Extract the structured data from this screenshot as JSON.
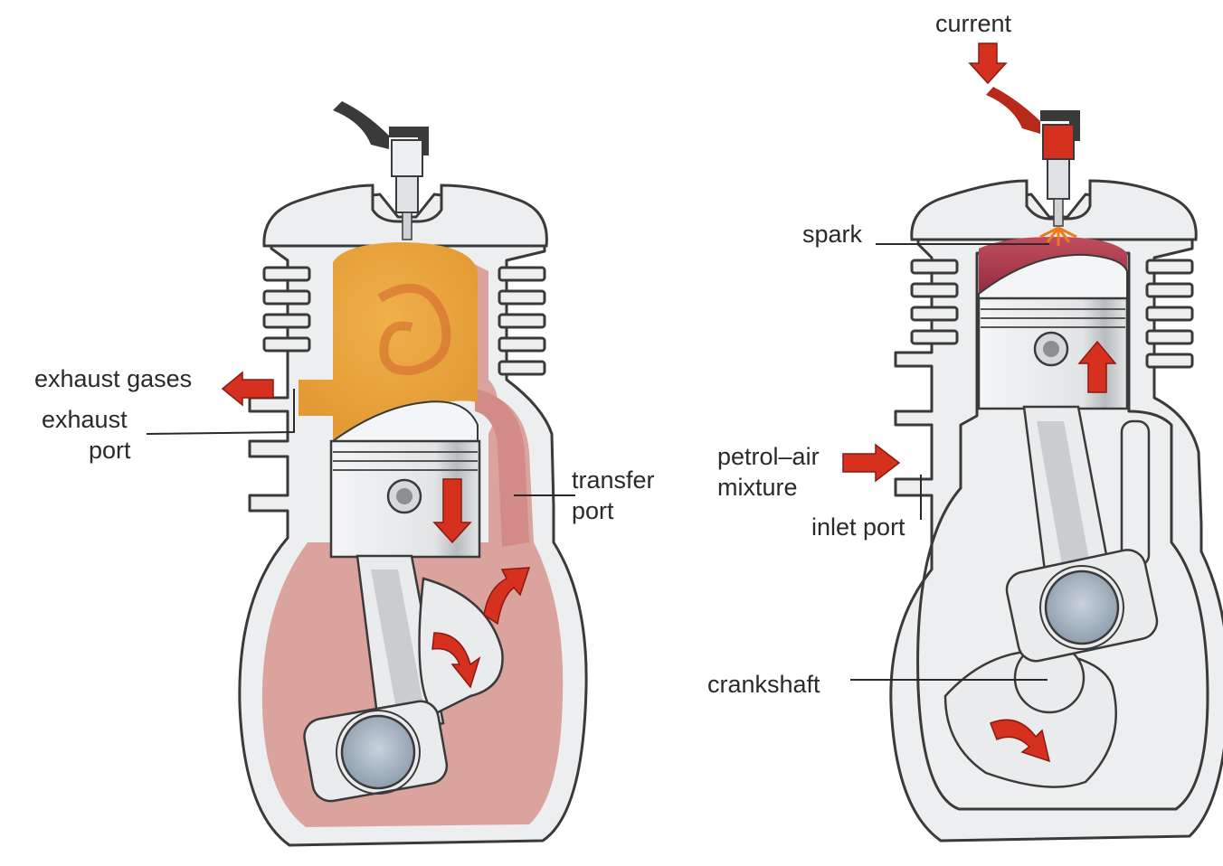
{
  "labels": {
    "exhaust_gases": "exhaust gases",
    "exhaust_port_1": "exhaust",
    "exhaust_port_2": "port",
    "transfer_port_1": "transfer",
    "transfer_port_2": "port",
    "current": "current",
    "spark": "spark",
    "petrol_air_1": "petrol–air",
    "petrol_air_2": "mixture",
    "inlet_port": "inlet port",
    "crankshaft": "crankshaft"
  },
  "colors": {
    "exhaust_gas": "#e9a23b",
    "crankcase_mixture": "#d99a94",
    "combustion": "#a8344a",
    "arrow": "#d6301f",
    "metal": "#e9ebec",
    "outline": "#3a3a3a"
  },
  "icons": {
    "arrow": "red-arrow-icon",
    "spark": "spark-icon"
  }
}
